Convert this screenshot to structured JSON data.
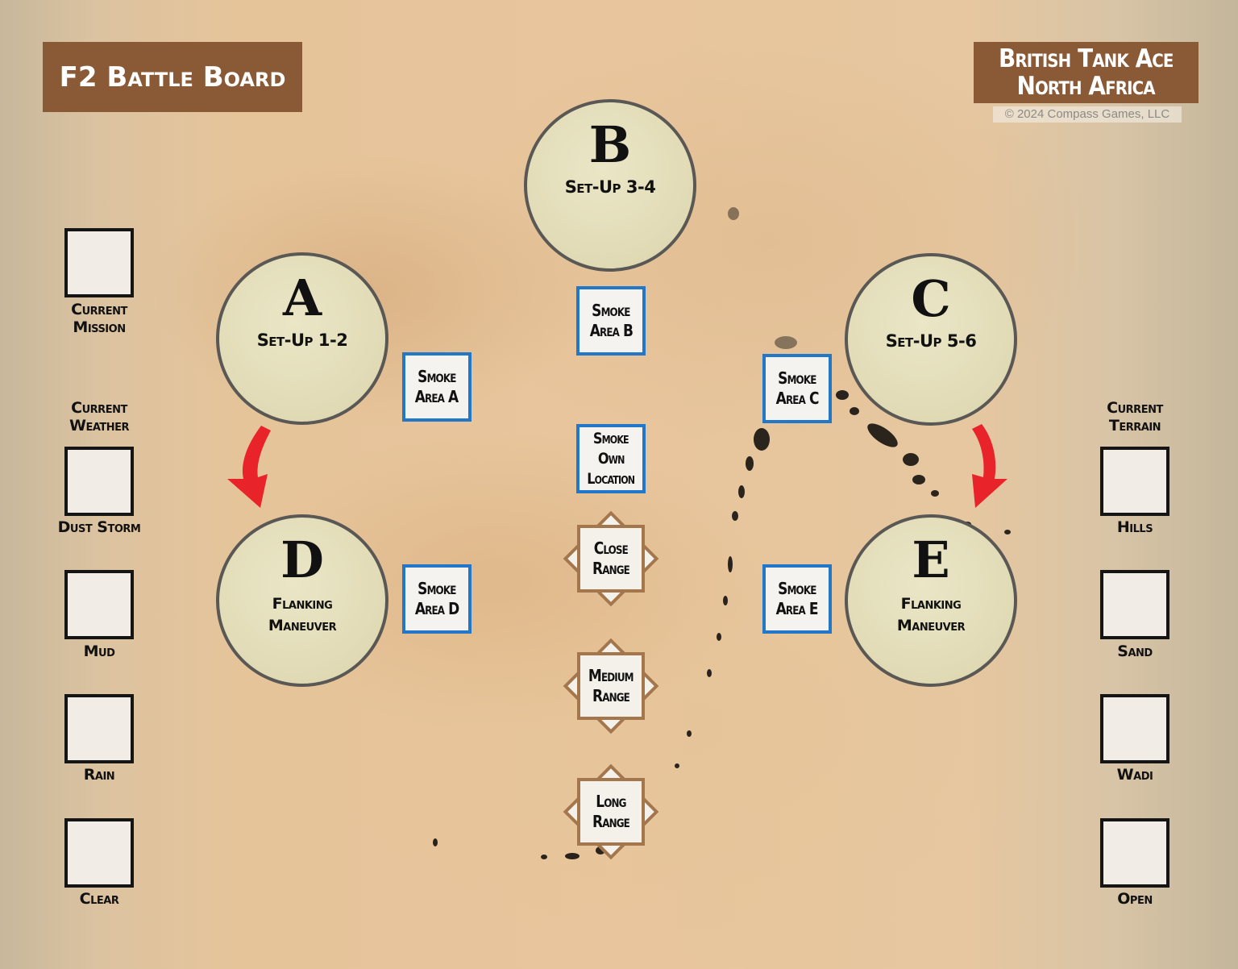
{
  "header": {
    "title": "F2 Battle Board",
    "brand_line1": "British Tank Ace",
    "brand_line2": "North Africa",
    "copyright": "© 2024 Compass Games, LLC"
  },
  "zones": [
    {
      "id": "A",
      "letter": "A",
      "label": "Set-Up 1-2"
    },
    {
      "id": "B",
      "letter": "B",
      "label": "Set-Up 3-4"
    },
    {
      "id": "C",
      "letter": "C",
      "label": "Set-Up 5-6"
    },
    {
      "id": "D",
      "letter": "D",
      "label_line1": "Flanking",
      "label_line2": "Maneuver"
    },
    {
      "id": "E",
      "letter": "E",
      "label_line1": "Flanking",
      "label_line2": "Maneuver"
    }
  ],
  "smoke_boxes": [
    {
      "id": "smoke-a",
      "line1": "Smoke",
      "line2": "Area A"
    },
    {
      "id": "smoke-b",
      "line1": "Smoke",
      "line2": "Area B"
    },
    {
      "id": "smoke-c",
      "line1": "Smoke",
      "line2": "Area C"
    },
    {
      "id": "smoke-d",
      "line1": "Smoke",
      "line2": "Area D"
    },
    {
      "id": "smoke-e",
      "line1": "Smoke",
      "line2": "Area E"
    },
    {
      "id": "smoke-own",
      "line1": "Smoke",
      "line2": "Own",
      "line3": "Location"
    }
  ],
  "ranges": [
    {
      "id": "close",
      "line1": "Close",
      "line2": "Range"
    },
    {
      "id": "medium",
      "line1": "Medium",
      "line2": "Range"
    },
    {
      "id": "long",
      "line1": "Long",
      "line2": "Range"
    }
  ],
  "left_track": {
    "mission_label_line1": "Current",
    "mission_label_line2": "Mission",
    "weather_label_line1": "Current",
    "weather_label_line2": "Weather",
    "weather_boxes": [
      "Dust Storm",
      "Mud",
      "Rain",
      "Clear"
    ]
  },
  "right_track": {
    "terrain_label_line1": "Current",
    "terrain_label_line2": "Terrain",
    "terrain_boxes": [
      "Hills",
      "Sand",
      "Wadi",
      "Open"
    ]
  },
  "colors": {
    "title_bg": "#8a5a36",
    "smoke_border": "#2277c8",
    "range_border": "#a4764c",
    "zone_fill": "#e4dfbb",
    "arrow": "#e8232a"
  }
}
